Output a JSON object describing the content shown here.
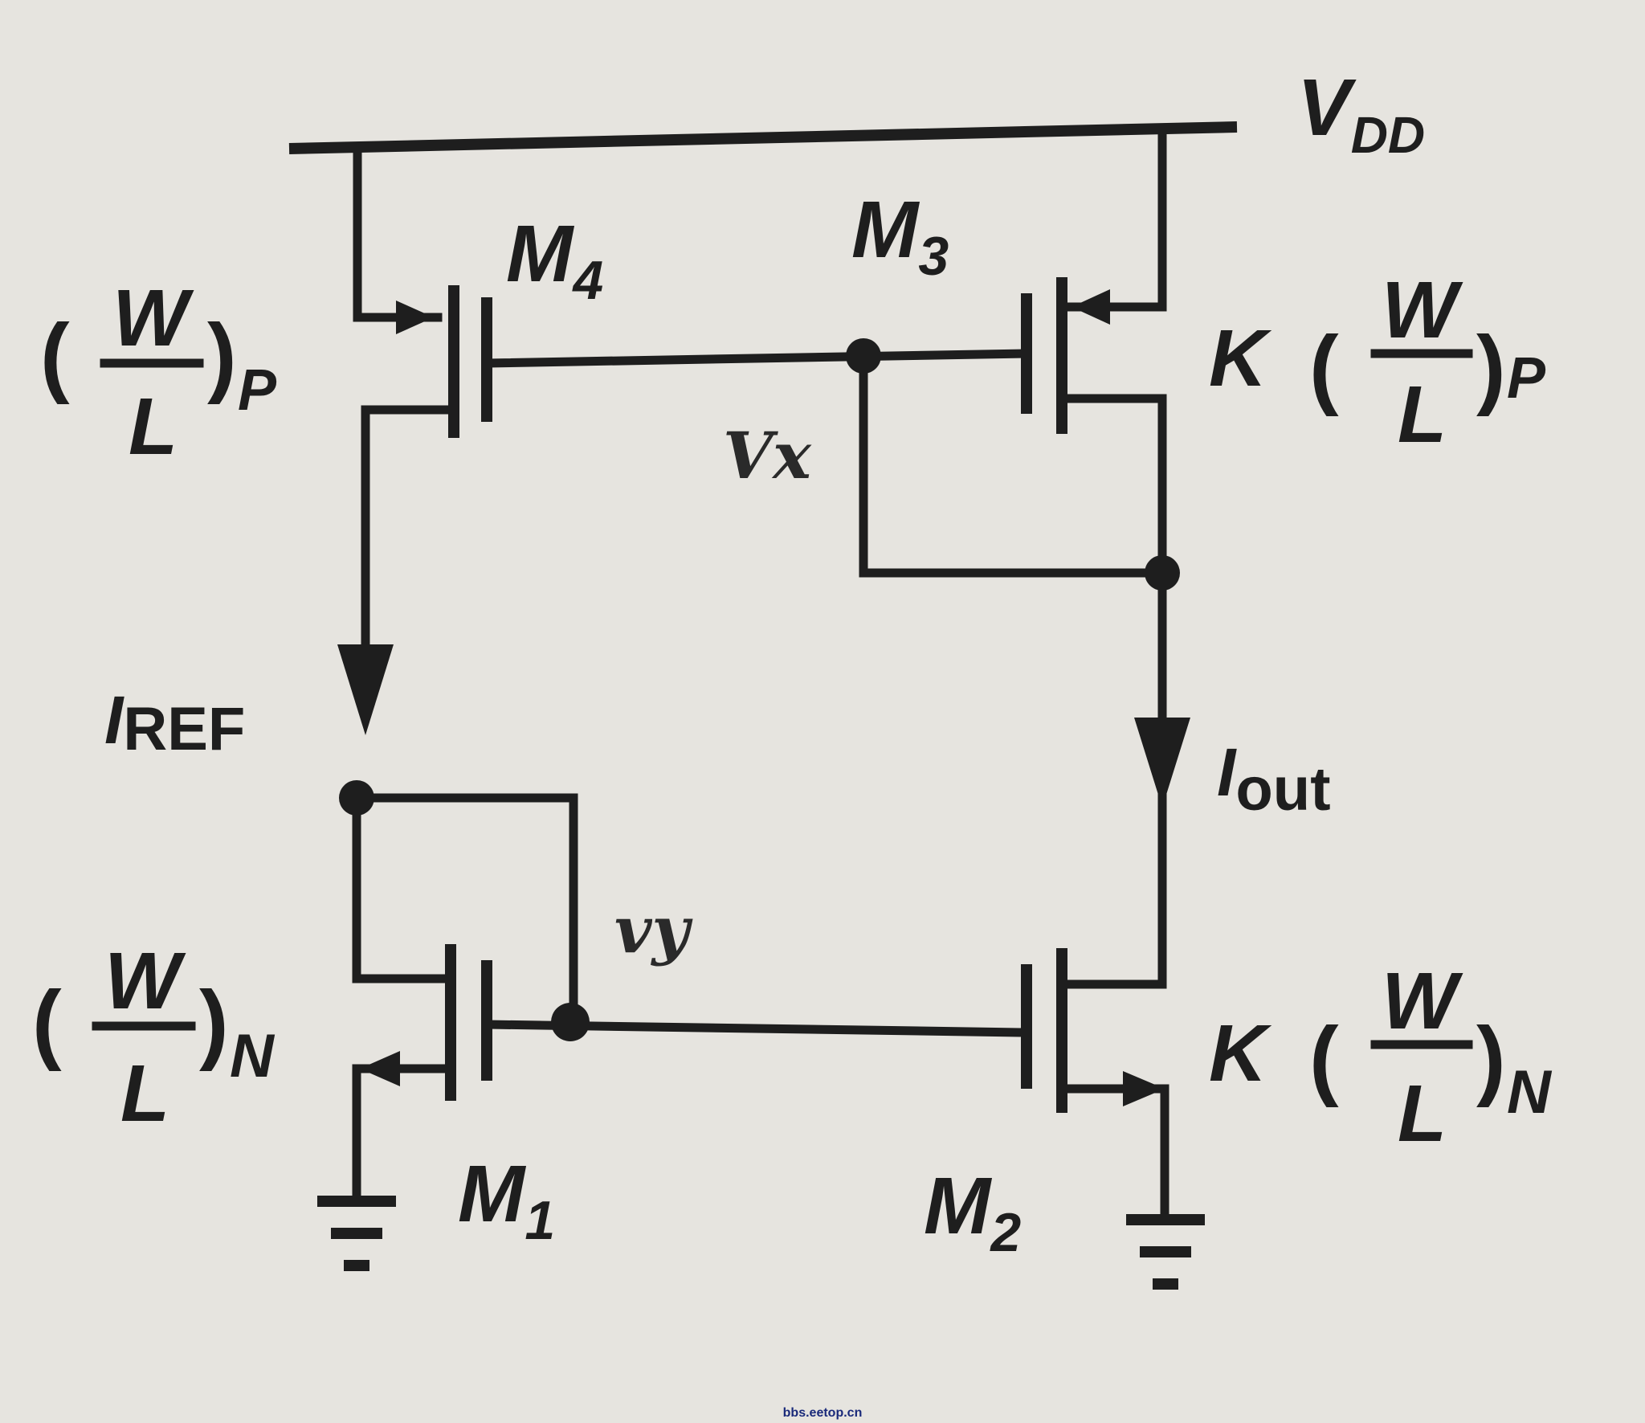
{
  "labels": {
    "vdd_main": "V",
    "vdd_sub": "DD",
    "m4_main": "M",
    "m4_sub": "4",
    "m3_main": "M",
    "m3_sub": "3",
    "m1_main": "M",
    "m1_sub": "1",
    "m2_main": "M",
    "m2_sub": "2",
    "iref_main": "I",
    "iref_sub": "REF",
    "iout_main": "I",
    "iout_sub": "out",
    "vx_handwritten": "Vx",
    "vy_handwritten": "vy"
  },
  "sizing": {
    "w": "W",
    "l": "L",
    "k": "K",
    "open_paren": "(",
    "close_paren": ")",
    "p_sub": "P",
    "n_sub": "N"
  },
  "watermark": "bbs.eetop.cn"
}
